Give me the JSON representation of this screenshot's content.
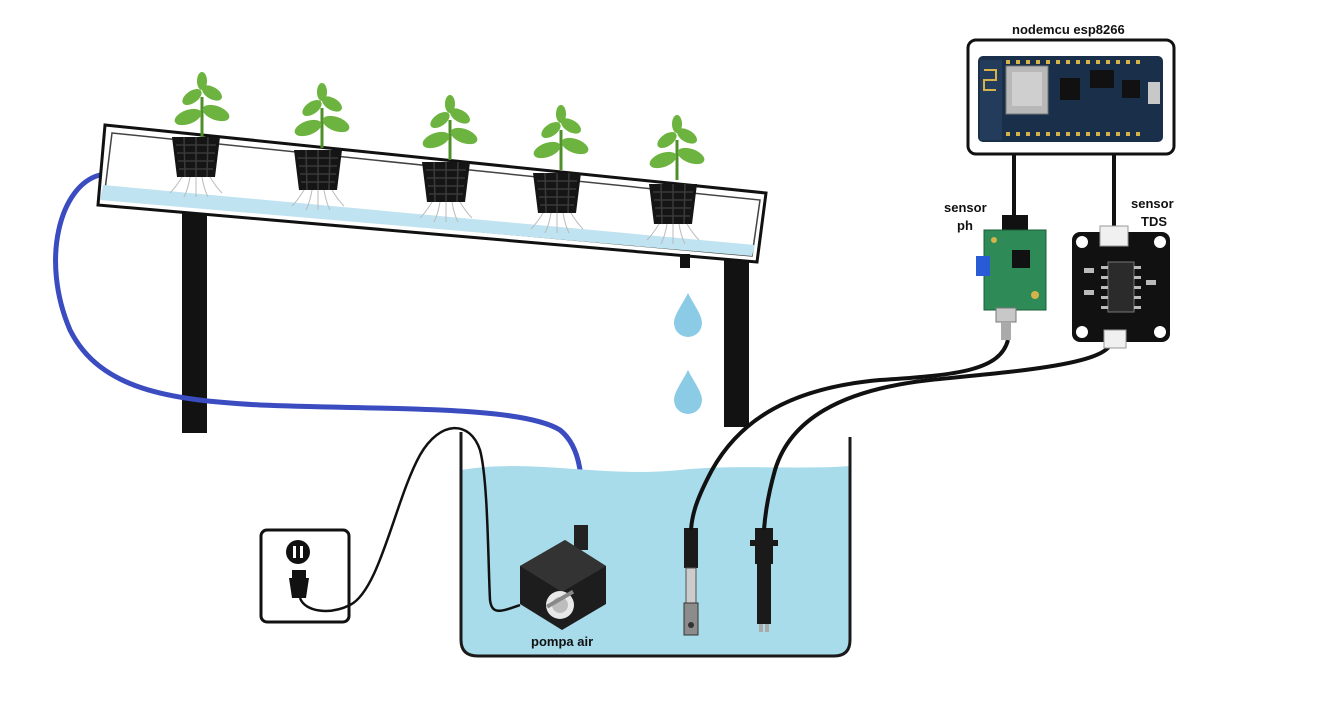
{
  "labels": {
    "nodemcu": "nodemcu esp8266",
    "sensor_ph_line1": "sensor",
    "sensor_ph_line2": "ph",
    "sensor_tds_line1": "sensor",
    "sensor_tds_line2": "TDS",
    "pump": "pompa air"
  },
  "colors": {
    "water": "#a9dceb",
    "pipe_water": "#bfe3f0",
    "leaf": "#6cb33f",
    "leaf_dark": "#4f8f2a",
    "hose": "#3a4cc0",
    "board": "#1a2f4a",
    "ph_board": "#2e8b57",
    "cable": "#111111",
    "droplet": "#8ccbe6"
  },
  "icons": [
    "plant-icon",
    "pot-icon",
    "water-droplet-icon",
    "power-outlet-icon",
    "plug-icon",
    "water-pump-icon",
    "ph-probe-icon",
    "tds-probe-icon",
    "nodemcu-board-icon"
  ]
}
